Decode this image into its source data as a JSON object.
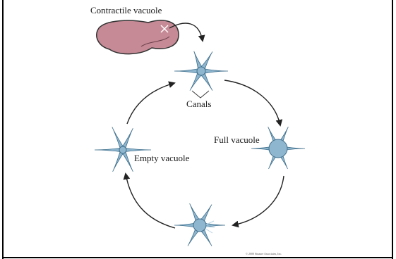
{
  "labels": {
    "contractile_vacuole": "Contractile vacuole",
    "canals": "Canals",
    "full_vacuole": "Full vacuole",
    "empty_vacuole": "Empty vacuole"
  },
  "credit": "© 2000 Sinauer Associates, Inc.",
  "colors": {
    "cell_fill": "#c58a96",
    "cell_stroke": "#333333",
    "vacuole_fill": "#8fb6cf",
    "vacuole_stroke": "#3f6f8c",
    "arrow": "#222222",
    "frame": "#000000"
  }
}
